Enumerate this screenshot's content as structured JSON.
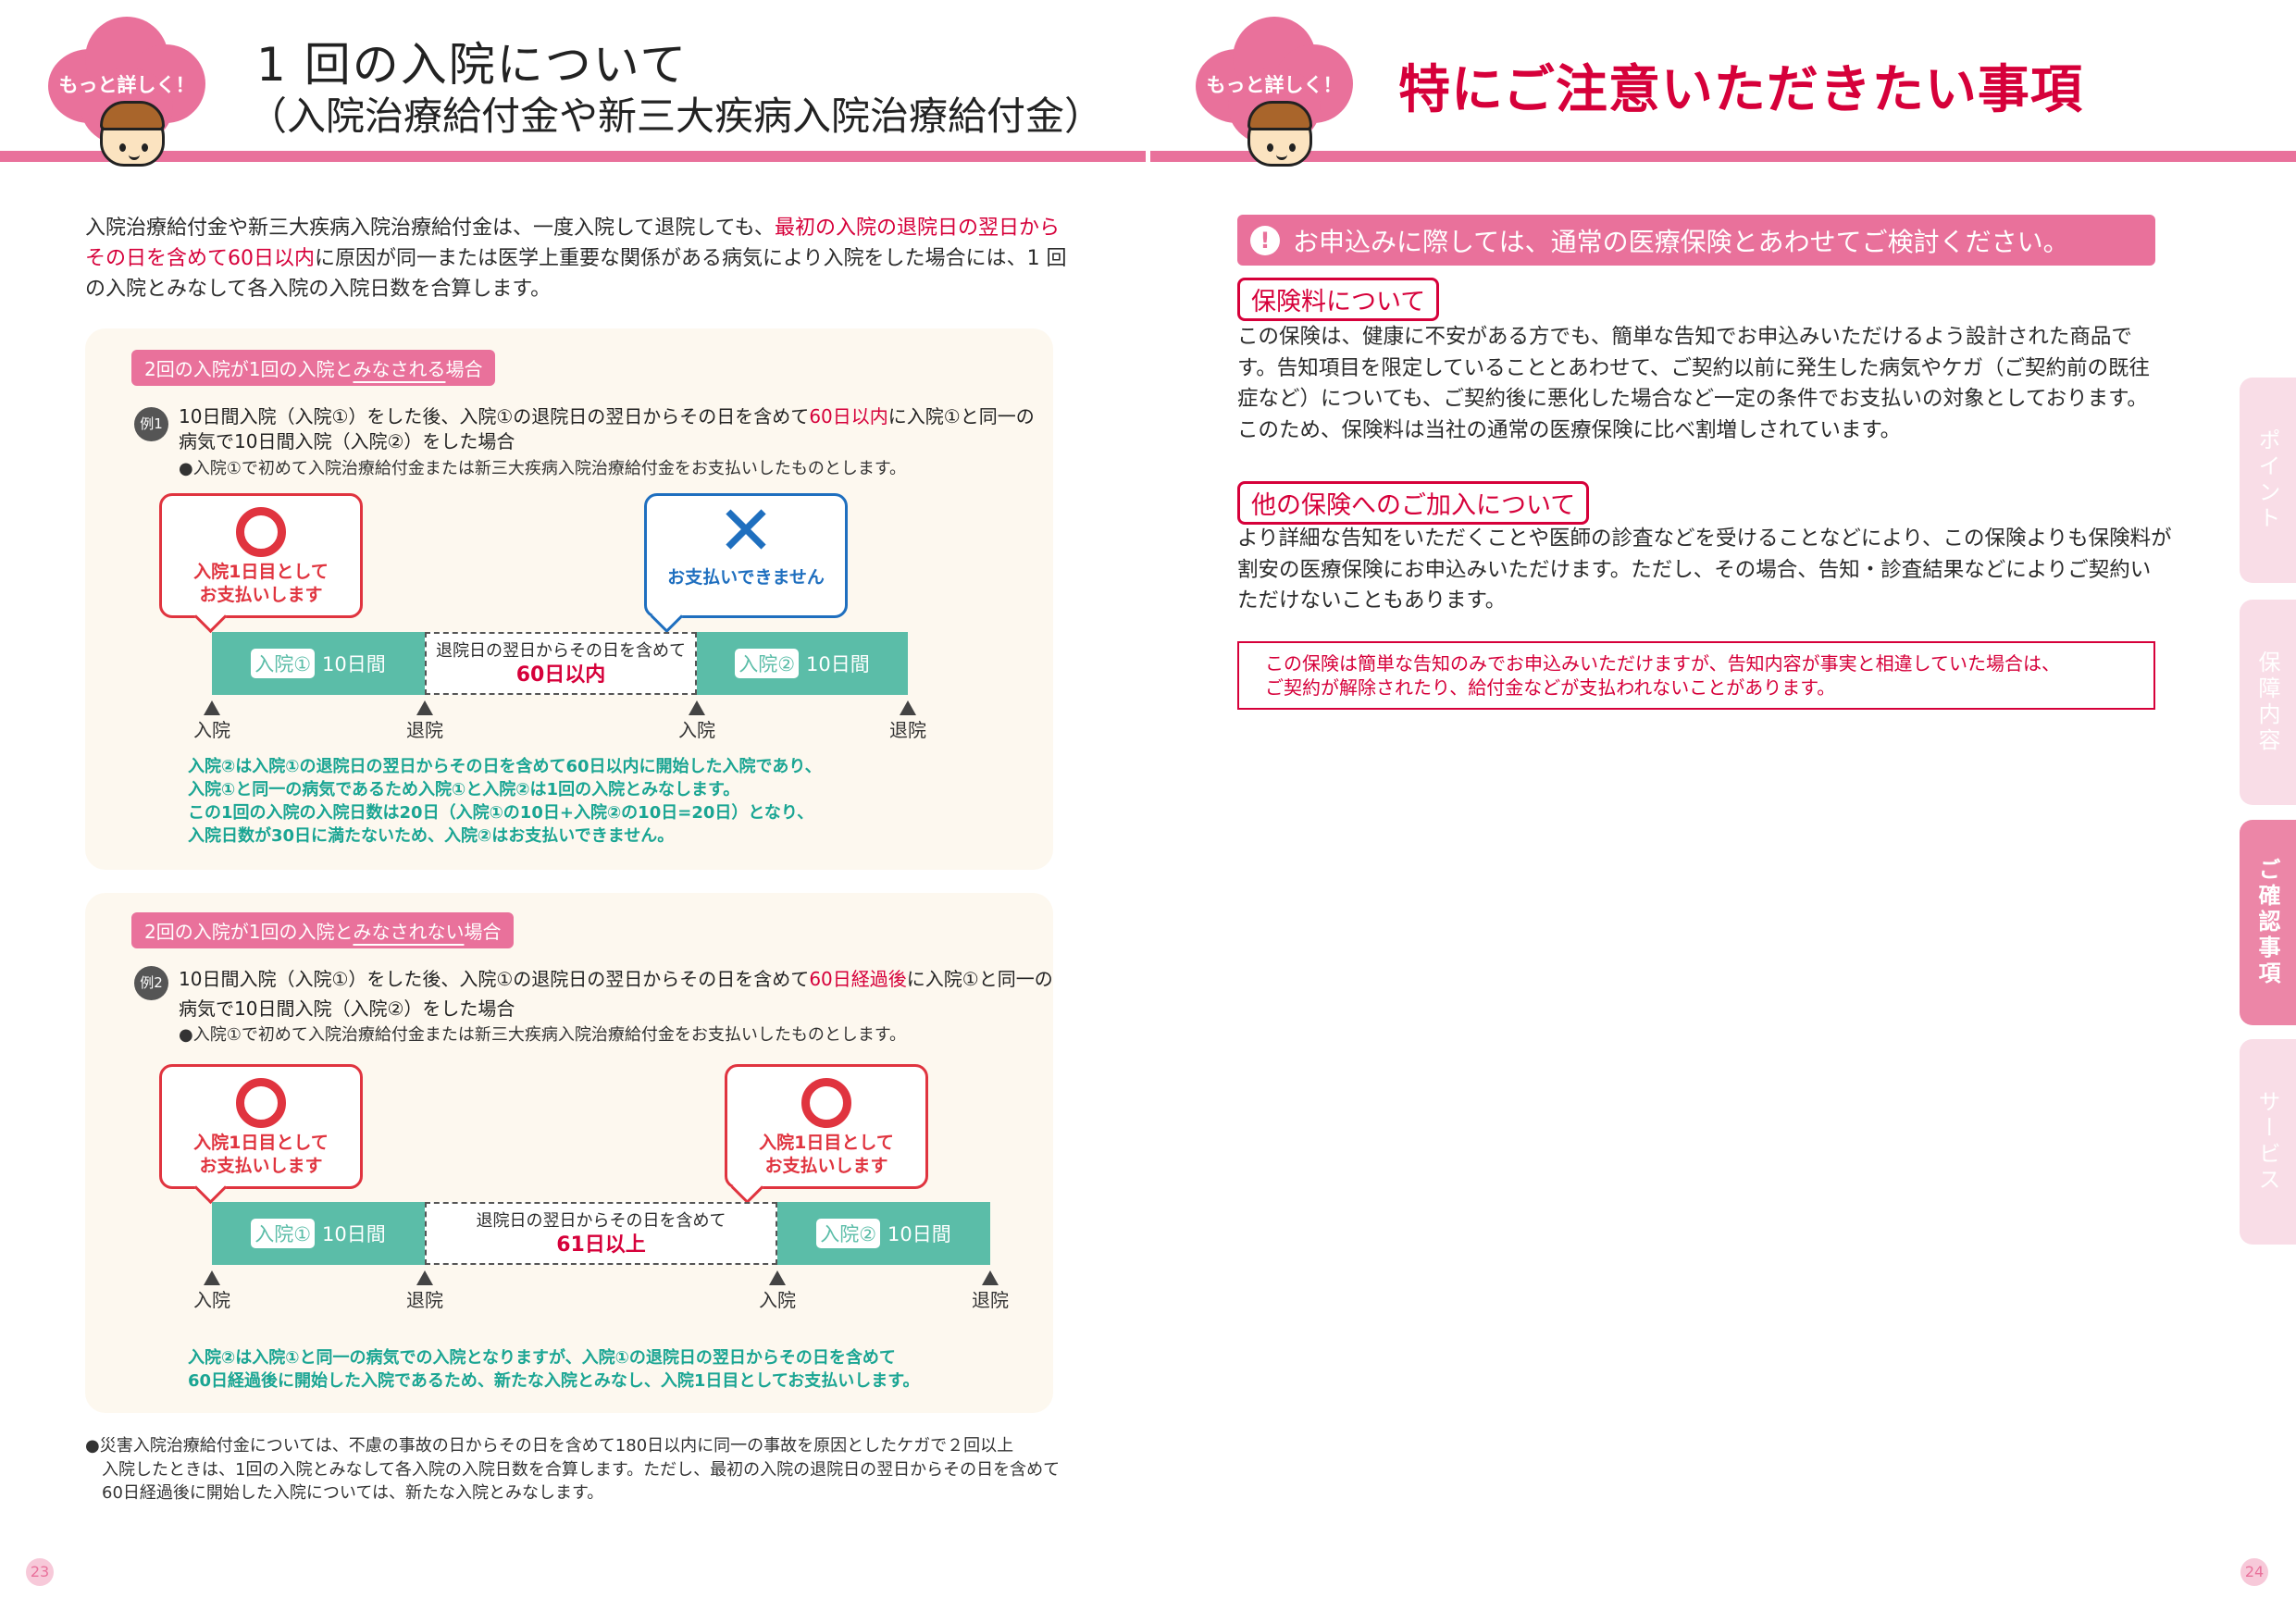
{
  "colors": {
    "pink": "#e9719b",
    "red": "#d6003a",
    "teal": "#5bbda8",
    "teal_text": "#1aa593",
    "blue": "#1f6fbf"
  },
  "left": {
    "badge": "もっと詳しく！",
    "title_line1": "1 回の入院について",
    "title_line2": "（入院治療給付金や新三大疾病入院治療給付金）",
    "intro": {
      "l1a": "入院治療給付金や新三大疾病入院治療給付金は、一度入院して退院しても、",
      "l1b": "最初の入院の退院日の翌日から",
      "l2a": "その日を含めて60日以内",
      "l2b": "に原因が同一または医学上重要な関係がある病気により入院をした場合には、1 回",
      "l3": "の入院とみなして各入院の入院日数を合算します。"
    },
    "case1": {
      "tag_a": "2回の入院が1回の入院と",
      "tag_u": "みなされる",
      "tag_b": "場合",
      "ex": "例1",
      "l1a": "10日間入院（入院①）をした後、入院①の退院日の翌日からその日を含めて",
      "l1b": "60日以内",
      "l1c": "に入院①と同一の",
      "l2": "病気で10日間入院（入院②）をした場合",
      "note": "●入院①で初めて入院治療給付金または新三大疾病入院治療給付金をお支払いしたものとします。",
      "callout_left": {
        "l1": "入院1日目として",
        "l2": "お支払いします"
      },
      "callout_right": {
        "l1": "お支払いできません"
      },
      "seg1_pill": "入院①",
      "seg1_days": "10日間",
      "gap_l1": "退院日の翌日からその日を含めて",
      "gap_l2": "60日以内",
      "seg2_pill": "入院②",
      "seg2_days": "10日間",
      "markers": [
        "入院",
        "退院",
        "入院",
        "退院"
      ],
      "explain": [
        "入院②は入院①の退院日の翌日からその日を含めて60日以内に開始した入院であり、",
        "入院①と同一の病気であるため入院①と入院②は1回の入院とみなします。",
        "この1回の入院の入院日数は20日（入院①の10日+入院②の10日=20日）となり、",
        "入院日数が30日に満たないため、入院②はお支払いできません。"
      ]
    },
    "case2": {
      "tag_a": "2回の入院が1回の入院と",
      "tag_u": "みなされない",
      "tag_b": "場合",
      "ex": "例2",
      "l1a": "10日間入院（入院①）をした後、入院①の退院日の翌日からその日を含めて",
      "l1b": "60日経過後",
      "l1c": "に入院①と同一の",
      "l2": "病気で10日間入院（入院②）をした場合",
      "note": "●入院①で初めて入院治療給付金または新三大疾病入院治療給付金をお支払いしたものとします。",
      "callout_left": {
        "l1": "入院1日目として",
        "l2": "お支払いします"
      },
      "callout_right": {
        "l1": "入院1日目として",
        "l2": "お支払いします"
      },
      "seg1_pill": "入院①",
      "seg1_days": "10日間",
      "gap_l1": "退院日の翌日からその日を含めて",
      "gap_l2": "61日以上",
      "seg2_pill": "入院②",
      "seg2_days": "10日間",
      "markers": [
        "入院",
        "退院",
        "入院",
        "退院"
      ],
      "explain": [
        "入院②は入院①と同一の病気での入院となりますが、入院①の退院日の翌日からその日を含めて",
        "60日経過後に開始した入院であるため、新たな入院とみなし、入院1日目としてお支払いします。"
      ]
    },
    "footnote": [
      "●災害入院治療給付金については、不慮の事故の日からその日を含めて180日以内に同一の事故を原因としたケガで２回以上",
      "入院したときは、1回の入院とみなして各入院の入院日数を合算します。ただし、最初の入院の退院日の翌日からその日を含めて",
      "60日経過後に開始した入院については、新たな入院とみなします。"
    ],
    "page_number": "23"
  },
  "right": {
    "badge": "もっと詳しく！",
    "title": "特にご注意いただきたい事項",
    "banner_icon": "exclamation-icon",
    "banner": "お申込みに際しては、通常の医療保険とあわせてご検討ください。",
    "section1": {
      "heading": "保険料について",
      "lines": [
        "この保険は、健康に不安がある方でも、簡単な告知でお申込みいただけるよう設計された商品で",
        "す。告知項目を限定していることとあわせて、ご契約以前に発生した病気やケガ（ご契約前の既往",
        "症など）についても、ご契約後に悪化した場合など一定の条件でお支払いの対象としております。",
        "このため、保険料は当社の通常の医療保険に比べ割増しされています。"
      ]
    },
    "section2": {
      "heading": "他の保険へのご加入について",
      "lines": [
        "より詳細な告知をいただくことや医師の診査などを受けることなどにより、この保険よりも保険料が",
        "割安の医療保険にお申込みいただけます。ただし、その場合、告知・診査結果などによりご契約い",
        "ただけないこともあります。"
      ]
    },
    "warning": [
      "この保険は簡単な告知のみでお申込みいただけますが、告知内容が事実と相違していた場合は、",
      "ご契約が解除されたり、給付金などが支払われないことがあります。"
    ],
    "page_number": "24"
  },
  "side_tabs": [
    {
      "label": "ポイント",
      "active": false
    },
    {
      "label": "保障内容",
      "active": false
    },
    {
      "label": "ご確認事項",
      "active": true
    },
    {
      "label": "サービス",
      "active": false
    }
  ]
}
